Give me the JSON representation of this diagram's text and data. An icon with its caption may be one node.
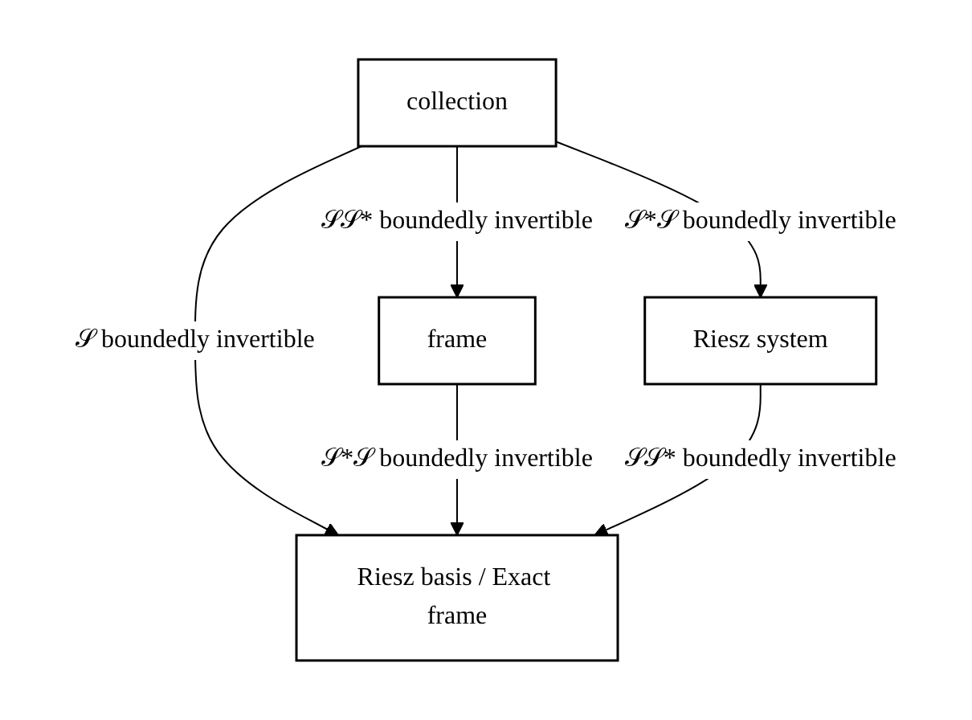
{
  "diagram": {
    "nodes": [
      {
        "text": [
          "collection"
        ]
      },
      {
        "text": [
          "frame"
        ]
      },
      {
        "text": [
          "Riesz system"
        ]
      },
      {
        "text": [
          "Riesz basis / Exact frame"
        ]
      }
    ],
    "edges": [
      {
        "from": 0,
        "to": 1,
        "arrow": "to",
        "label": "𝒮𝒮* boundedly invertible"
      },
      {
        "from": 0,
        "to": 2,
        "arrow": "to",
        "label": "𝒮*𝒮 boundedly invertible"
      },
      {
        "from": 0,
        "to": 3,
        "arrow": "to",
        "label": "𝒮 boundedly invertible"
      },
      {
        "from": 1,
        "to": 3,
        "arrow": "to",
        "label": "𝒮*𝒮 boundedly invertible"
      },
      {
        "from": 2,
        "to": 3,
        "arrow": "to",
        "label": "𝒮𝒮* boundedly invertible"
      }
    ]
  }
}
